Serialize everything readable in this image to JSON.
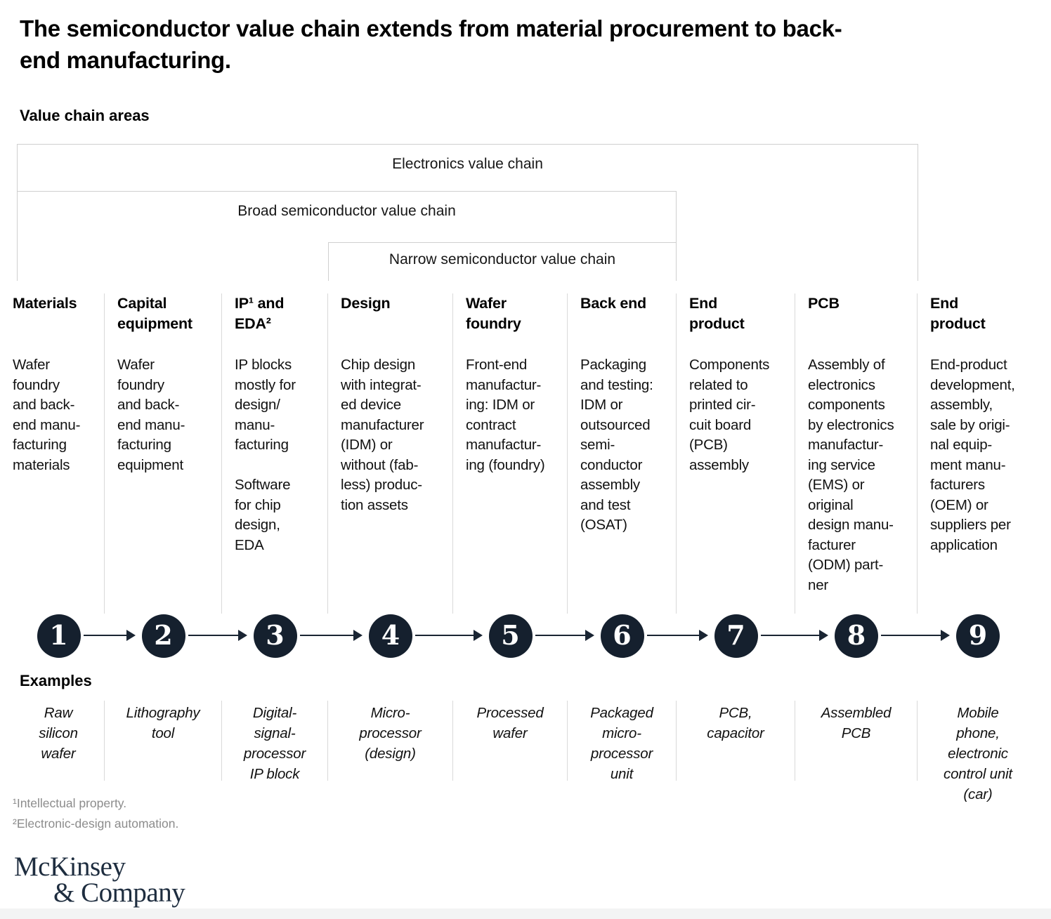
{
  "title": "The semiconductor value chain extends from material procurement to back-\nend manufacturing.",
  "section_label": "Value chain areas",
  "brackets": [
    {
      "label": "Electronics value chain"
    },
    {
      "label": "Broad semiconductor value chain"
    },
    {
      "label": "Narrow semiconductor value chain"
    }
  ],
  "columns": [
    {
      "step": "1",
      "header": "Materials",
      "description": "Wafer\nfoundry\nand back-\nend manu-\nfacturing\nmaterials",
      "example": "Raw\nsilicon\nwafer"
    },
    {
      "step": "2",
      "header": "Capital\nequipment",
      "description": "Wafer\nfoundry\nand back-\nend manu-\nfacturing\nequipment",
      "example": "Lithography\ntool"
    },
    {
      "step": "3",
      "header": "IP¹ and\nEDA²",
      "description": "IP blocks\nmostly for\ndesign/\nmanu-\nfacturing\n\nSoftware\nfor chip\ndesign,\nEDA",
      "example": "Digital-\nsignal-\nprocessor\nIP block"
    },
    {
      "step": "4",
      "header": "Design",
      "description": "Chip design\nwith integrat-\ned device\nmanufacturer\n(IDM) or\nwithout (fab-\nless) produc-\ntion assets",
      "example": "Micro-\nprocessor\n(design)"
    },
    {
      "step": "5",
      "header": "Wafer\nfoundry",
      "description": "Front-end\nmanufactur-\ning: IDM or\ncontract\nmanufactur-\ning (foundry)",
      "example": "Processed\nwafer"
    },
    {
      "step": "6",
      "header": "Back end",
      "description": "Packaging\nand testing:\nIDM or\noutsourced\nsemi-\nconductor\nassembly\nand test\n(OSAT)",
      "example": "Packaged\nmicro-\nprocessor\nunit"
    },
    {
      "step": "7",
      "header": "End\nproduct",
      "description": "Components\nrelated to\nprinted cir-\ncuit board\n(PCB)\nassembly",
      "example": "PCB,\ncapacitor"
    },
    {
      "step": "8",
      "header": "PCB",
      "description": "Assembly of\nelectronics\ncomponents\nby electronics\nmanufactur-\ning service\n(EMS) or\noriginal\ndesign manu-\nfacturer\n(ODM) part-\nner",
      "example": "Assembled\nPCB"
    },
    {
      "step": "9",
      "header": "End\nproduct",
      "description": "End-product\ndevelopment,\nassembly,\nsale by origi-\nnal equip-\nment manu-\nfacturers\n(OEM) or\nsuppliers per\napplication",
      "example": "Mobile\nphone,\nelectronic\ncontrol unit\n(car)"
    }
  ],
  "examples_label": "Examples",
  "footnotes": [
    "¹Intellectual property.",
    "²Electronic-design automation."
  ],
  "logo": {
    "line1": "McKinsey",
    "line2": "& Company"
  },
  "colors": {
    "step_circle": "#15202e",
    "arrow": "#1a2533",
    "logo": "#1e2d3f",
    "divider": "#d9d9d9",
    "bracket_border": "#cfcfcf",
    "footnote_text": "#8c8c8c",
    "bottom_strip": "#f3f4f4"
  }
}
